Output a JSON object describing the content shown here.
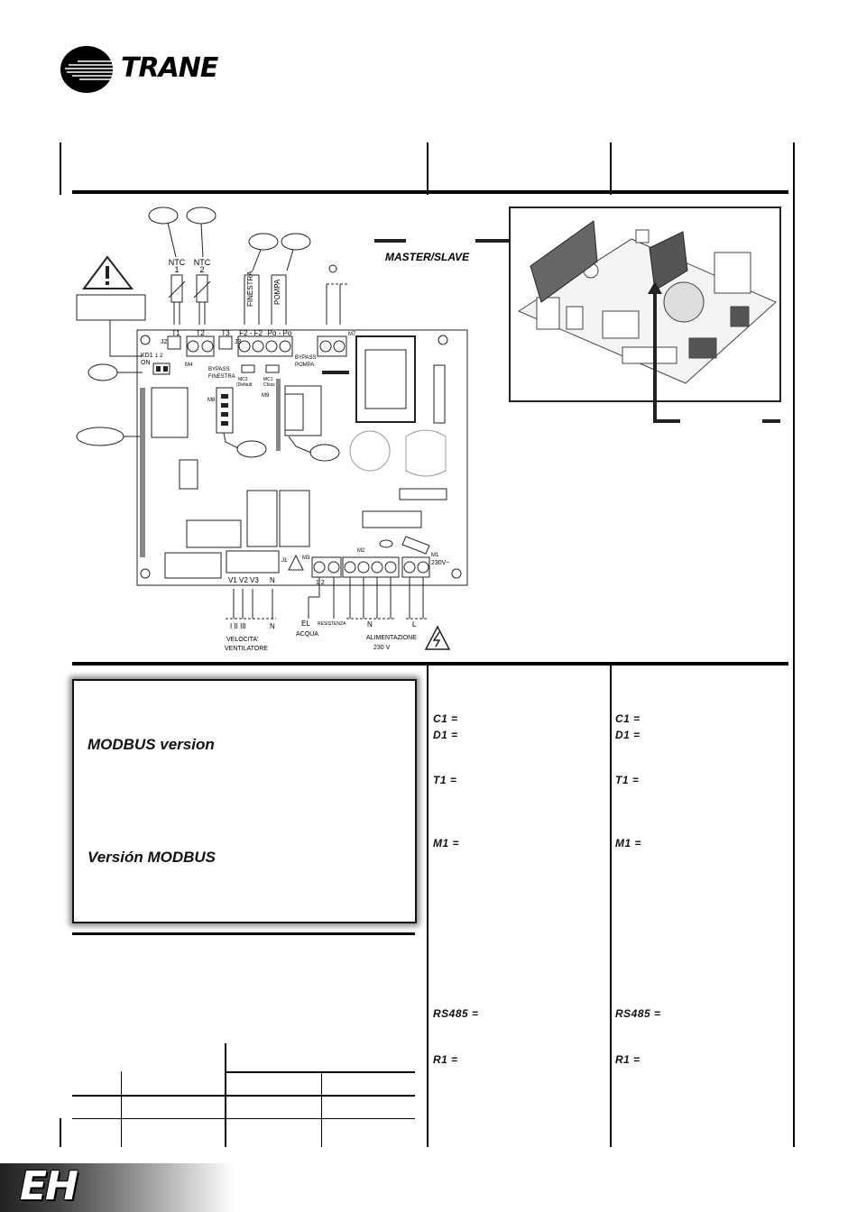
{
  "brand": {
    "name": "TRANE",
    "tm": "·"
  },
  "diagram": {
    "master_slave": "MASTER/SLAVE",
    "ntc1": "NTC",
    "ntc1_num": "1",
    "ntc2": "NTC",
    "ntc2_num": "2",
    "finestra": "FINESTRA",
    "pompa": "POMPA",
    "t1": "T1",
    "t2": "T2",
    "t3": "T3",
    "f2f2": "F2 - F2",
    "popo": "Po - Po",
    "j2": "J2",
    "j3": "J3",
    "m4": "M4",
    "m7": "M7",
    "m8": "M8",
    "m9": "M9",
    "kd1": "KD1",
    "on": "ON",
    "kd_nums": "1  2",
    "bypass_finestra_1": "BYPASS",
    "bypass_finestra_2": "FINESTRA",
    "bypass_pompa_1": "BYPASS",
    "bypass_pompa_2": "POMPA",
    "mc2": "MC2",
    "mc2_sub": "(Default",
    "mc1": "MC1",
    "mc1_sub": "Chius",
    "v1v2v3": "V1 V2 V3",
    "n": "N",
    "j1": "J1",
    "m3": "M3",
    "m2": "M2",
    "m1": "M1",
    "m1_volt": "230V~",
    "m3_pins": "1    2",
    "vel_roman": "I    II   III",
    "vel_n": "N",
    "velocita": "VELOCITA'",
    "ventilatore": "VENTILATORE",
    "el": "EL",
    "acqua": "ACQUA",
    "resistenza": "RESISTENZA",
    "n_label": "N",
    "l_label": "L",
    "alimentazione": "ALIMENTAZIONE",
    "volt": "230 V"
  },
  "modbus": {
    "en": "MODBUS version",
    "es": "Versión MODBUS"
  },
  "legend": {
    "c1": "C1  =",
    "d1": "D1  =",
    "t1": "T1  =",
    "m1": "M1 =",
    "rs485": "RS485  =",
    "r1": "R1  ="
  },
  "footer": {
    "label": "EH"
  }
}
